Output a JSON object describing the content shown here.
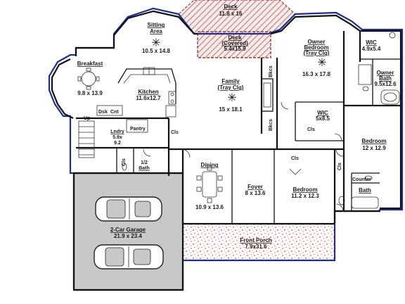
{
  "rooms": {
    "deck": {
      "name": "Deck",
      "dim": "11.8 x 16"
    },
    "deck_covered": {
      "name_line1": "Deck",
      "name_line2": "(Covered)",
      "dim": "5.4x15.9"
    },
    "sitting_area": {
      "name_line1": "Sitting",
      "name_line2": "Area",
      "dim": "10.5 x 14.8"
    },
    "breakfast": {
      "name": "Breakfast",
      "dim": "9.8 x 13.9"
    },
    "kitchen": {
      "name": "Kitchen",
      "dim": "11.6x12.7"
    },
    "family": {
      "name_line1": "Family",
      "name_line2": "(Tray Clg)",
      "dim": "15 x 18.1"
    },
    "owner_bedroom": {
      "name_line1": "Owner",
      "name_line2": "Bedroom",
      "name_line3": "(Tray Clg)",
      "dim": "16.3 x 17.8"
    },
    "wic_owner": {
      "name": "WIC",
      "dim": "4.9x5.4"
    },
    "owner_bath": {
      "name_line1": "Owner",
      "name_line2": "Bath",
      "dim": "9.5x12.6"
    },
    "wic_hall": {
      "name": "WIC",
      "dim": "5x8.5"
    },
    "bedroom_east": {
      "name": "Bedroom",
      "dim": "12 x 12.9"
    },
    "dining": {
      "name": "Dining",
      "dim": "10.9 x 13.6"
    },
    "foyer": {
      "name": "Foyer",
      "dim": "8 x 13.6"
    },
    "bedroom_front": {
      "name": "Bedroom",
      "dim": "11.2 x 12.3"
    },
    "garage": {
      "name": "2-Car Garage",
      "dim": "21.9 x 23.4"
    },
    "front_porch": {
      "name": "Front Porch",
      "dim": "7.9x31.6"
    },
    "half_bath": {
      "name_line1": "1/2",
      "name_line2": "Bath"
    },
    "laundry": {
      "name": "Lndry",
      "dim_line1": "5.9x",
      "dim_line2": "9.2"
    },
    "bath": {
      "name": "Bath"
    }
  },
  "labels": {
    "up": "Up",
    "desk": "Dsk",
    "counter_short": "Cnt",
    "pantry": "Pantry",
    "closet": "Cls",
    "bookcases": "Bkcs",
    "counter": "Counter"
  },
  "colors": {
    "outline_blue": "#1f2f8f",
    "deck_hatch": "#a33a3a",
    "porch_speckle": "#d23a3a",
    "garage_fill": "#c8c8c8"
  }
}
